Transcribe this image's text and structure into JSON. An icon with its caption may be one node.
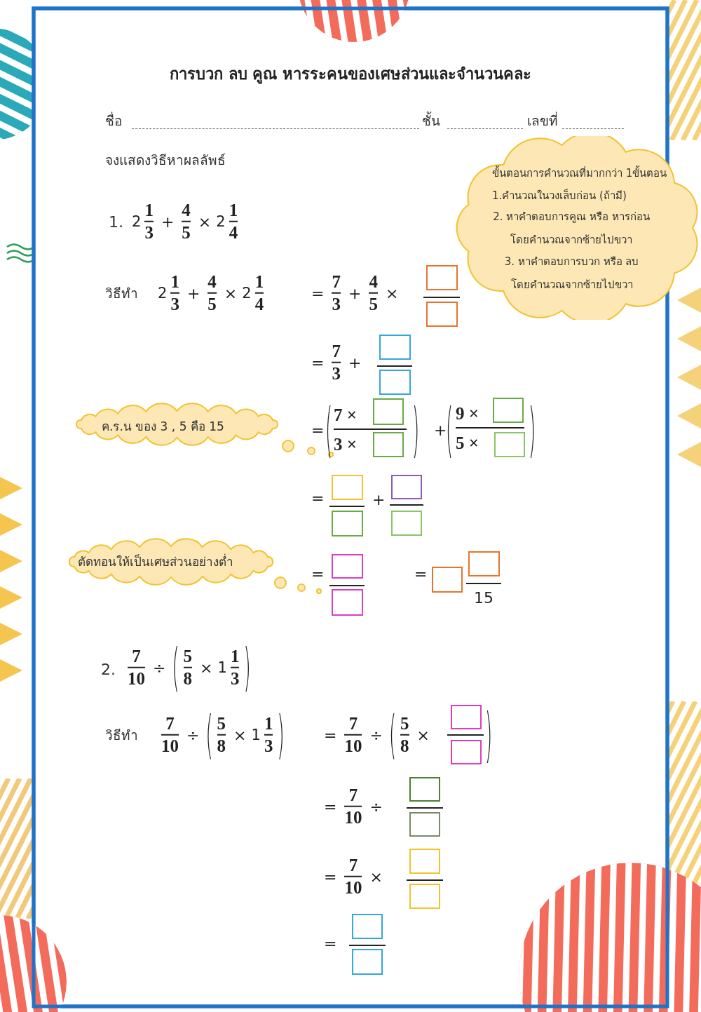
{
  "diagram": {
    "title": "การบวก ลบ คูณ หารระคนของเศษส่วนและจำนวนคละ",
    "nodes": [
      {
        "text": [
          "ขั้นตอนการคำนวณที่มากกว่า 1ขั้นตอน",
          "1.คำนวณในวงเล็บก่อน (ถ้ามี)",
          "2. หาคำตอบการคูณ หรือ หารก่อน โดยคำนวณจากซ้ายไปขวา",
          "3. หาคำตอบการบวก หรือ ลบ โดยคำนวณจากซ้ายไปขวา"
        ]
      },
      {
        "text": [
          "ค.ร.น ของ 3 , 5 คือ 15"
        ]
      },
      {
        "text": [
          "ตัดทอนให้เป็นเศษส่วนอย่างต่ำ"
        ]
      }
    ],
    "edges": [],
    "labels": [
      "ชื่อ",
      "ชั้น",
      "เลขที่",
      "จงแสดงวิธีหาผลลัพธ์",
      "1.",
      "2",
      "1",
      "3",
      "+",
      "4",
      "5",
      "×",
      "2",
      "1",
      "4",
      "วิธีทำ",
      "2",
      "1",
      "3",
      "+",
      "4",
      "5",
      "×",
      "2",
      "1",
      "4",
      "=",
      "7",
      "3",
      "+",
      "4",
      "5",
      "×",
      "=",
      "7",
      "3",
      "+",
      "=",
      "(",
      "7 ×",
      "3 ×",
      ")",
      "+",
      "(",
      "9 ×",
      "5 ×",
      ")",
      "=",
      "+",
      "=",
      "=",
      "15",
      "2.",
      "7",
      "10",
      "÷",
      "(",
      "5",
      "8",
      "×",
      "1",
      "1",
      "3",
      ")",
      "วิธีทำ",
      "7",
      "10",
      "÷",
      "(",
      "5",
      "8",
      "×",
      "1",
      "1",
      "3",
      ")",
      "=",
      "7",
      "10",
      "÷",
      "(",
      "5",
      "8",
      "×",
      ")",
      "=",
      "7",
      "10",
      "÷",
      "=",
      "7",
      "10",
      "×",
      "="
    ]
  }
}
